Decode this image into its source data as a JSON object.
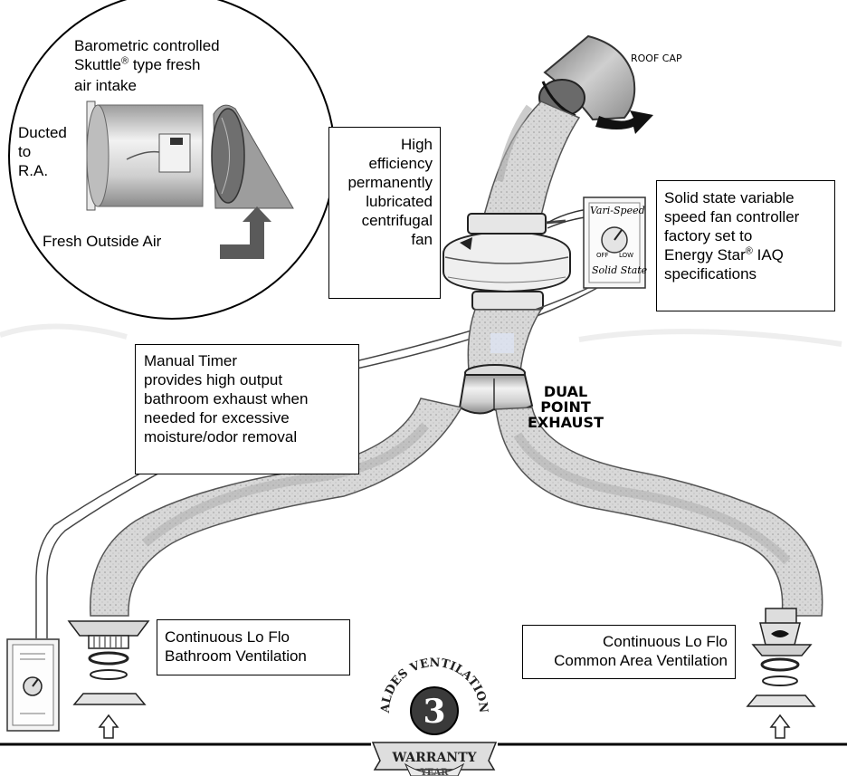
{
  "intake_callout": {
    "line1": "Barometric controlled",
    "line2_brand": "Skuttle",
    "line2_sup": "®",
    "line2_rest": " type fresh",
    "line3": "air intake",
    "ducted_1": "Ducted",
    "ducted_2": "to",
    "ducted_3": "R.A.",
    "fresh_air": "Fresh Outside Air"
  },
  "fan_box": {
    "l1": "High",
    "l2": "efficiency",
    "l3": "permanently",
    "l4": "lubricated",
    "l5": "centrifugal",
    "l6": "fan"
  },
  "controller_box": {
    "l1": "Solid state variable",
    "l2": "speed fan controller",
    "l3": "factory set to",
    "l4a": "Energy Star",
    "l4sup": "®",
    "l4b": " IAQ",
    "l5": "specifications"
  },
  "controller_device": {
    "top": "Vari-Speed",
    "bottom": "Solid State",
    "off": "OFF",
    "low": "LOW"
  },
  "timer_box": {
    "l1": "Manual Timer",
    "l2": "provides high output",
    "l3": "bathroom exhaust when",
    "l4": "needed for excessive",
    "l5": "moisture/odor removal"
  },
  "roof_cap": "ROOF CAP",
  "dual_point": {
    "l1": "DUAL",
    "l2": "POINT",
    "l3": "EXHAUST"
  },
  "bath_box": {
    "l1": "Continuous Lo Flo",
    "l2": "Bathroom Ventilation"
  },
  "common_box": {
    "l1": "Continuous Lo Flo",
    "l2": "Common Area Ventilation"
  },
  "seal": {
    "arc": "ALDES VENTILATION",
    "number": "3",
    "ribbon": "WARRANTY",
    "bottom": "YEAR"
  },
  "colors": {
    "duct": "#d6d6d6",
    "duct_edge": "#555555",
    "arrow": "#5a5a5a",
    "ink": "#000000"
  }
}
